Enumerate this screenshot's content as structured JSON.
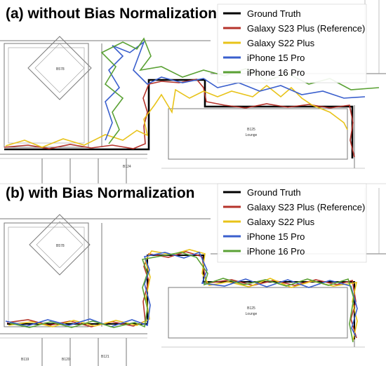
{
  "panels": {
    "a": {
      "title": "(a) without Bias Normalization"
    },
    "b": {
      "title": "(b) with Bias Normalization"
    }
  },
  "legend": [
    {
      "label": "Ground Truth",
      "color": "#000000"
    },
    {
      "label": "Galaxy S23 Plus (Reference)",
      "color": "#b5332b"
    },
    {
      "label": "Galaxy S22 Plus",
      "color": "#e8c319"
    },
    {
      "label": "iPhone 15 Pro",
      "color": "#3a5fcd"
    },
    {
      "label": "iPhone 16 Pro",
      "color": "#5aa134"
    }
  ],
  "rooms": {
    "lounge_number": "B125",
    "lounge_name": "Lounge",
    "stair": "B578",
    "bottom": [
      "B119",
      "B120",
      "B121",
      "B124"
    ]
  }
}
